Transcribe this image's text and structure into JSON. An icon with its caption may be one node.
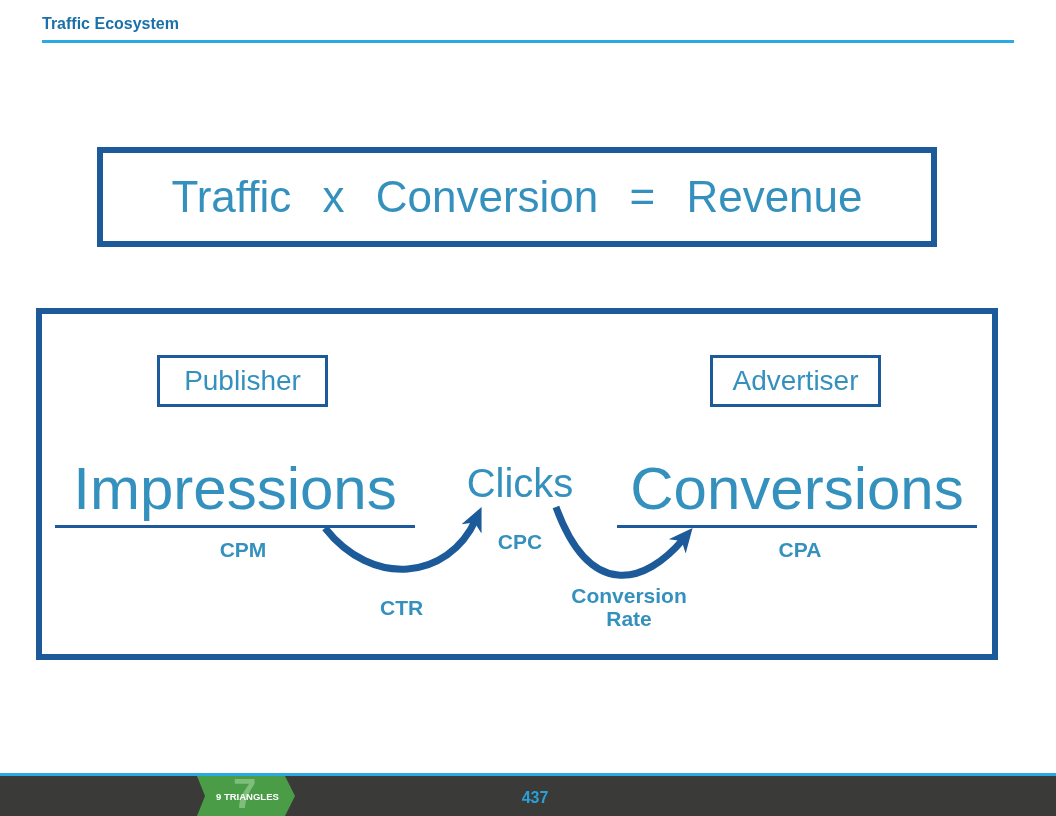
{
  "diagram": {
    "title": "Traffic Ecosystem",
    "nodes": [
      {
        "text": [
          "Traffic x Conversion = Revenue"
        ]
      },
      {
        "text": [],
        "shape": "box"
      },
      {
        "text": [
          "Publisher"
        ],
        "in": 1
      },
      {
        "text": [
          "Advertiser"
        ],
        "in": 1
      },
      {
        "text": [
          "Impressions"
        ],
        "in": 1,
        "beside": [
          "CPM"
        ]
      },
      {
        "text": [
          "Clicks"
        ],
        "in": 1,
        "beside": [
          "CPC"
        ]
      },
      {
        "text": [
          "Conversions"
        ],
        "in": 1,
        "beside": [
          "CPA"
        ]
      }
    ],
    "edges": [
      {
        "from": 4,
        "to": 5,
        "arrow": "to",
        "label": "CTR"
      },
      {
        "from": 5,
        "to": 6,
        "arrow": "to",
        "label": "Conversion Rate"
      }
    ],
    "labels": [
      "9 TRIANGLES",
      "7",
      "437"
    ]
  }
}
